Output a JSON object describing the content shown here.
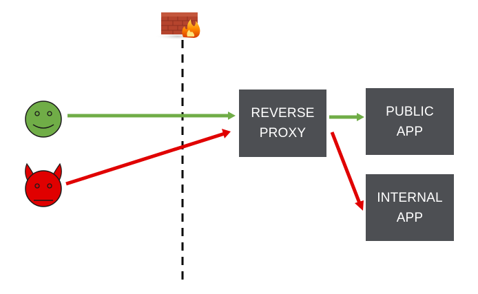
{
  "diagram": {
    "title": "",
    "nodes": [
      {
        "id": "user",
        "icon": "smiley-face-icon",
        "label": "",
        "color": "#70ad47",
        "description": "legitimate user"
      },
      {
        "id": "attacker",
        "icon": "devil-face-icon",
        "label": "",
        "color": "#e00000",
        "description": "malicious user"
      },
      {
        "id": "firewall",
        "icon": "firewall-icon",
        "label": ""
      },
      {
        "id": "reverse_proxy",
        "label_lines": [
          "REVERSE",
          "PROXY"
        ]
      },
      {
        "id": "public_app",
        "label_lines": [
          "PUBLIC",
          "APP"
        ]
      },
      {
        "id": "internal_app",
        "label_lines": [
          "INTERNAL",
          "APP"
        ]
      }
    ],
    "edges": [
      {
        "from": "user",
        "to": "reverse_proxy",
        "color": "#70ad47",
        "meaning": "allowed"
      },
      {
        "from": "attacker",
        "to": "reverse_proxy",
        "color": "#e00000",
        "meaning": "malicious"
      },
      {
        "from": "reverse_proxy",
        "to": "public_app",
        "color": "#70ad47",
        "meaning": "allowed"
      },
      {
        "from": "reverse_proxy",
        "to": "internal_app",
        "color": "#e00000",
        "meaning": "malicious"
      }
    ],
    "boundary": {
      "type": "dashed-line",
      "color": "#000000",
      "meaning": "firewall boundary"
    },
    "colors": {
      "box_fill": "#4d4f53",
      "box_text": "#ffffff",
      "green": "#70ad47",
      "red": "#e00000"
    }
  }
}
